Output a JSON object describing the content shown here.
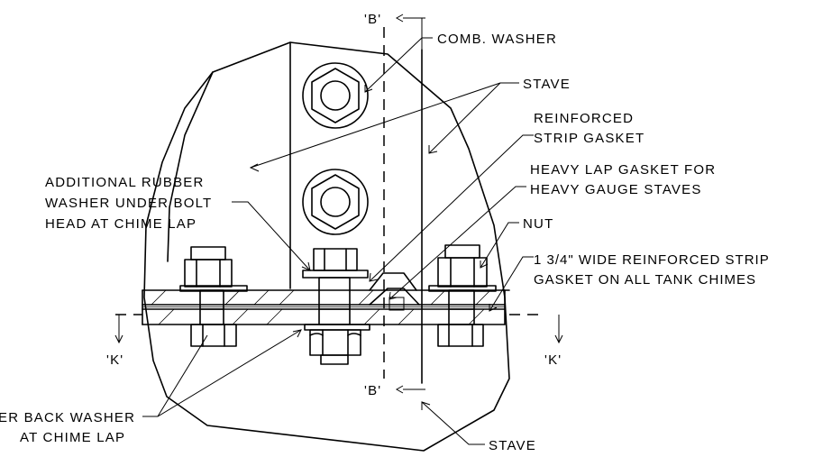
{
  "labels": {
    "comb_washer": "COMB. WASHER",
    "stave_top": "STAVE",
    "reinforced_1": "REINFORCED",
    "reinforced_2": "STRIP GASKET",
    "heavy_lap_1": "HEAVY LAP GASKET FOR",
    "heavy_lap_2": "HEAVY GAUGE STAVES",
    "nut": "NUT",
    "wide_strip_1": "1 3/4\" WIDE REINFORCED STRIP",
    "wide_strip_2": "GASKET ON ALL TANK CHIMES",
    "add_rubber_1": "ADDITIONAL RUBBER",
    "add_rubber_2": "WASHER UNDER BOLT",
    "add_rubber_3": "HEAD AT CHIME LAP",
    "back_washer_1": "ER BACK WASHER",
    "back_washer_2": "AT CHIME LAP",
    "stave_bottom": "STAVE",
    "section_b_top": "'B'",
    "section_b_bottom": "'B'",
    "section_k_left": "'K'",
    "section_k_right": "'K'"
  }
}
